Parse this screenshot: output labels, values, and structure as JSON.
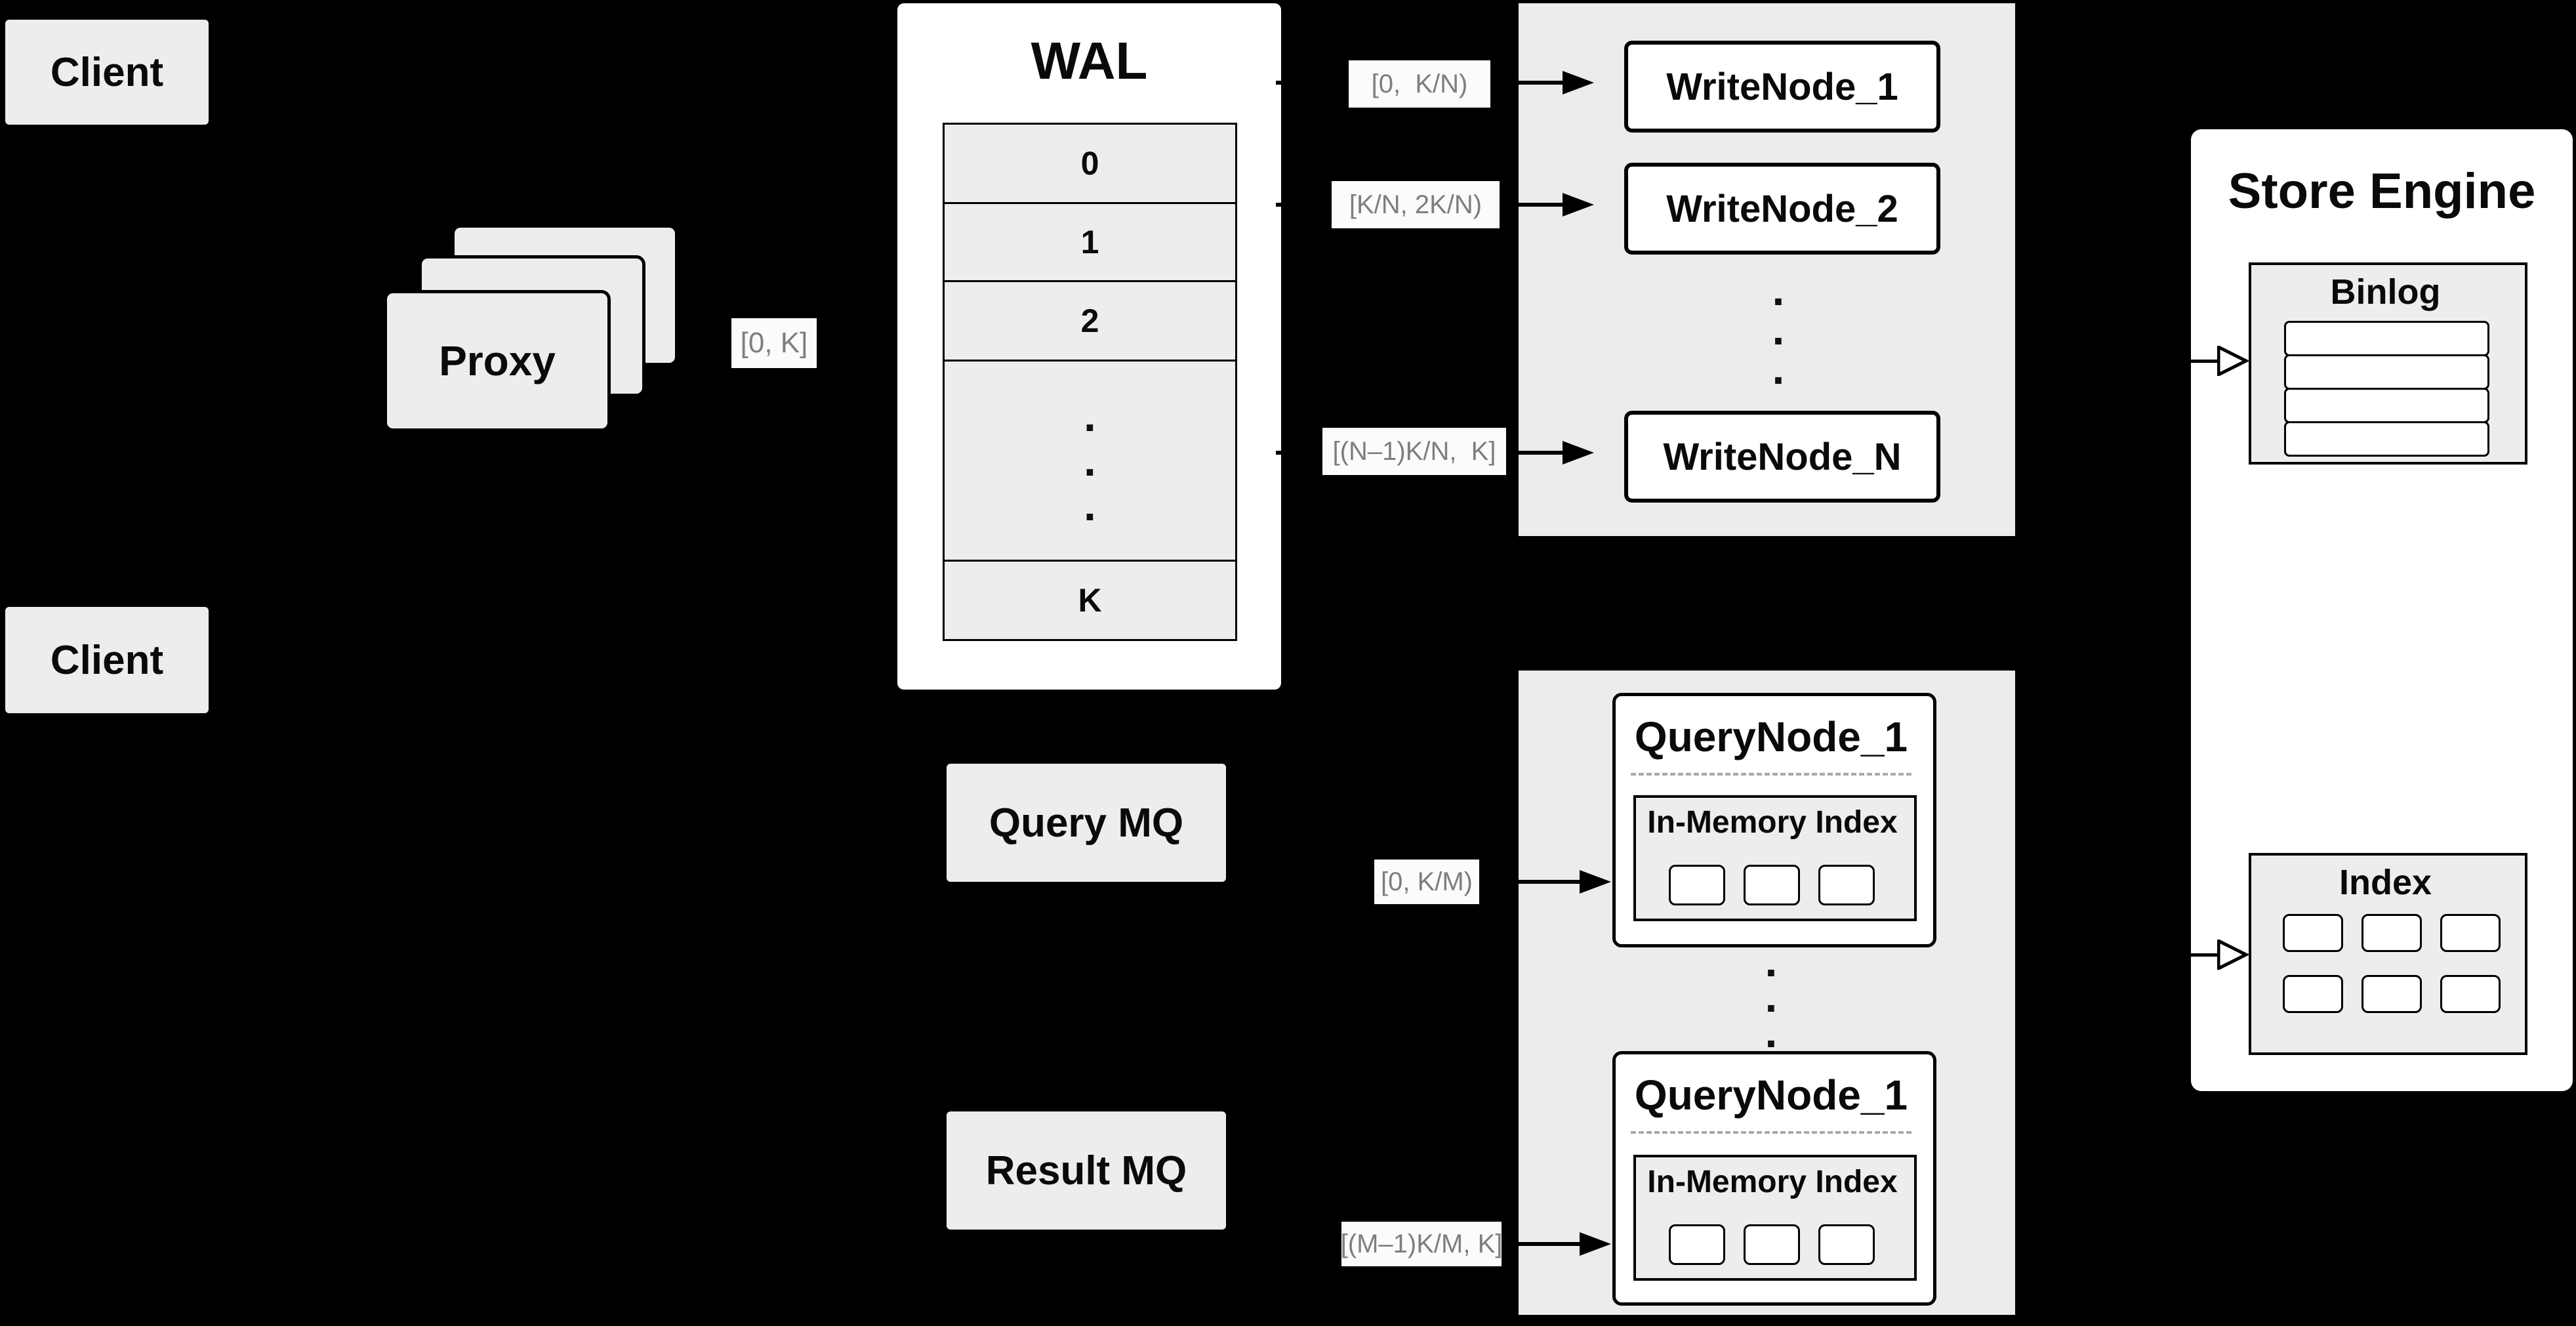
{
  "diagram": {
    "dot": ".",
    "colors": {
      "background": "#000000",
      "box_fill": "#ededed",
      "cluster_fill": "#ececec",
      "node_fill": "#ffffff",
      "border": "#000000",
      "range_label_text": "#7e7e7e"
    },
    "clients": [
      "Client",
      "Client"
    ],
    "proxy": {
      "label": "Proxy",
      "range": "[0, K]"
    },
    "wal": {
      "title": "WAL",
      "segments": [
        "0",
        "1",
        "2"
      ],
      "last_segment": "K"
    },
    "write_cluster": {
      "nodes": [
        "WriteNode_1",
        "WriteNode_2",
        "WriteNode_N"
      ],
      "ranges": [
        "[0,  K/N)",
        "[K/N, 2K/N)",
        "[(N–1)K/N,  K]"
      ]
    },
    "queues": {
      "query": "Query MQ",
      "result": "Result MQ"
    },
    "query_cluster": {
      "nodes": [
        {
          "title": "QueryNode_1",
          "index_label": "In-Memory Index"
        },
        {
          "title": "QueryNode_1",
          "index_label": "In-Memory Index"
        }
      ],
      "ranges": [
        "[0, K/M)",
        "[(M–1)K/M, K]"
      ]
    },
    "store_engine": {
      "title": "Store Engine",
      "binlog": "Binlog",
      "index": "Index"
    }
  }
}
